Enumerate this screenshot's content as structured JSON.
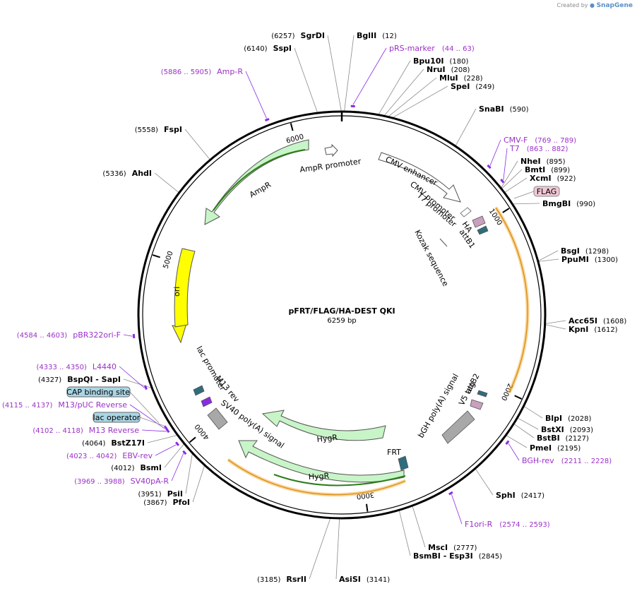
{
  "credit": {
    "text": "Created by",
    "brand": "SnapGene"
  },
  "plasmid": {
    "name": "pFRT/FLAG/HA-DEST QKI",
    "size": "6259 bp",
    "length": 6259
  },
  "ticks": [
    {
      "pos": 1000,
      "label": "1000"
    },
    {
      "pos": 2000,
      "label": "2000"
    },
    {
      "pos": 3000,
      "label": "3000"
    },
    {
      "pos": 4000,
      "label": "4000"
    },
    {
      "pos": 5000,
      "label": "5000"
    },
    {
      "pos": 6000,
      "label": "6000"
    }
  ],
  "colors": {
    "enzyme": "#000000",
    "primer": "#9b30c8",
    "primer_mark": "#8a2be2",
    "backbone": "#000000",
    "ampr": "#c8f5c8",
    "hygr": "#c8f5c8",
    "ori": "#ffff00",
    "highlight": "#f5b041"
  },
  "enzymes": [
    {
      "name": "SgrDI",
      "pos": "(6257)",
      "site": 6257
    },
    {
      "name": "BglII",
      "pos": "(12)",
      "site": 12
    },
    {
      "name": "SspI",
      "pos": "(6140)",
      "site": 6140
    },
    {
      "name": "Bpu10I",
      "pos": "(180)",
      "site": 180
    },
    {
      "name": "NruI",
      "pos": "(208)",
      "site": 208
    },
    {
      "name": "MluI",
      "pos": "(228)",
      "site": 228
    },
    {
      "name": "SpeI",
      "pos": "(249)",
      "site": 249
    },
    {
      "name": "SnaBI",
      "pos": "(590)",
      "site": 590
    },
    {
      "name": "NheI",
      "pos": "(895)",
      "site": 895
    },
    {
      "name": "BmtI",
      "pos": "(899)",
      "site": 899
    },
    {
      "name": "XcmI",
      "pos": "(922)",
      "site": 922
    },
    {
      "name": "BmgBI",
      "pos": "(990)",
      "site": 990
    },
    {
      "name": "BsgI",
      "pos": "(1298)",
      "site": 1298
    },
    {
      "name": "PpuMI",
      "pos": "(1300)",
      "site": 1300
    },
    {
      "name": "Acc65I",
      "pos": "(1608)",
      "site": 1608
    },
    {
      "name": "KpnI",
      "pos": "(1612)",
      "site": 1612
    },
    {
      "name": "BlpI",
      "pos": "(2028)",
      "site": 2028
    },
    {
      "name": "BstXI",
      "pos": "(2093)",
      "site": 2093
    },
    {
      "name": "BstBI",
      "pos": "(2127)",
      "site": 2127
    },
    {
      "name": "PmeI",
      "pos": "(2195)",
      "site": 2195
    },
    {
      "name": "SphI",
      "pos": "(2417)",
      "site": 2417
    },
    {
      "name": "MscI",
      "pos": "(2777)",
      "site": 2777
    },
    {
      "name": "BsmBI - Esp3I",
      "pos": "(2845)",
      "site": 2845
    },
    {
      "name": "AsiSI",
      "pos": "(3141)",
      "site": 3141
    },
    {
      "name": "RsrII",
      "pos": "(3185)",
      "site": 3185
    },
    {
      "name": "PfoI",
      "pos": "(3867)",
      "site": 3867
    },
    {
      "name": "PsiI",
      "pos": "(3951)",
      "site": 3951
    },
    {
      "name": "BsmI",
      "pos": "(4012)",
      "site": 4012
    },
    {
      "name": "BstZ17I",
      "pos": "(4064)",
      "site": 4064
    },
    {
      "name": "BspQI - SapI",
      "pos": "(4327)",
      "site": 4327
    },
    {
      "name": "AhdI",
      "pos": "(5336)",
      "site": 5336
    },
    {
      "name": "FspI",
      "pos": "(5558)",
      "site": 5558
    }
  ],
  "primers": [
    {
      "name": "pRS-marker",
      "pos": "(44 .. 63)",
      "site": 53
    },
    {
      "name": "Amp-R",
      "pos": "(5886 .. 5905)",
      "site": 5895
    },
    {
      "name": "CMV-F",
      "pos": "(769 .. 789)",
      "site": 779
    },
    {
      "name": "T7",
      "pos": "(863 .. 882)",
      "site": 872
    },
    {
      "name": "BGH-rev",
      "pos": "(2211 .. 2228)",
      "site": 2219
    },
    {
      "name": "F1ori-R",
      "pos": "(2574 .. 2593)",
      "site": 2583
    },
    {
      "name": "SV40pA-R",
      "pos": "(3969 .. 3988)",
      "site": 3978
    },
    {
      "name": "EBV-rev",
      "pos": "(4023 .. 4042)",
      "site": 4032
    },
    {
      "name": "M13 Reverse",
      "pos": "(4102 .. 4118)",
      "site": 4110
    },
    {
      "name": "M13/pUC Reverse",
      "pos": "(4115 .. 4137)",
      "site": 4126
    },
    {
      "name": "L4440",
      "pos": "(4333 .. 4350)",
      "site": 4341
    },
    {
      "name": "pBR322ori-F",
      "pos": "(4584 .. 4603)",
      "site": 4593
    }
  ],
  "boxed_features": [
    {
      "name": "FLAG",
      "fill": "#f0c8d4"
    },
    {
      "name": "CAP binding site",
      "fill": "#a9d6e5"
    },
    {
      "name": "lac operator",
      "fill": "#a9d6e5"
    }
  ],
  "features": [
    {
      "name": "CMV enhancer"
    },
    {
      "name": "CMV promoter"
    },
    {
      "name": "T7 promoter"
    },
    {
      "name": "Kozak sequence"
    },
    {
      "name": "HA"
    },
    {
      "name": "attB1"
    },
    {
      "name": "attB2"
    },
    {
      "name": "V5 tag"
    },
    {
      "name": "bGH poly(A) signal"
    },
    {
      "name": "FRT"
    },
    {
      "name": "HygR"
    },
    {
      "name": "HygR"
    },
    {
      "name": "SV40 poly(A) signal"
    },
    {
      "name": "M13 rev"
    },
    {
      "name": "lac promoter"
    },
    {
      "name": "ori"
    },
    {
      "name": "AmpR"
    },
    {
      "name": "AmpR promoter"
    }
  ]
}
